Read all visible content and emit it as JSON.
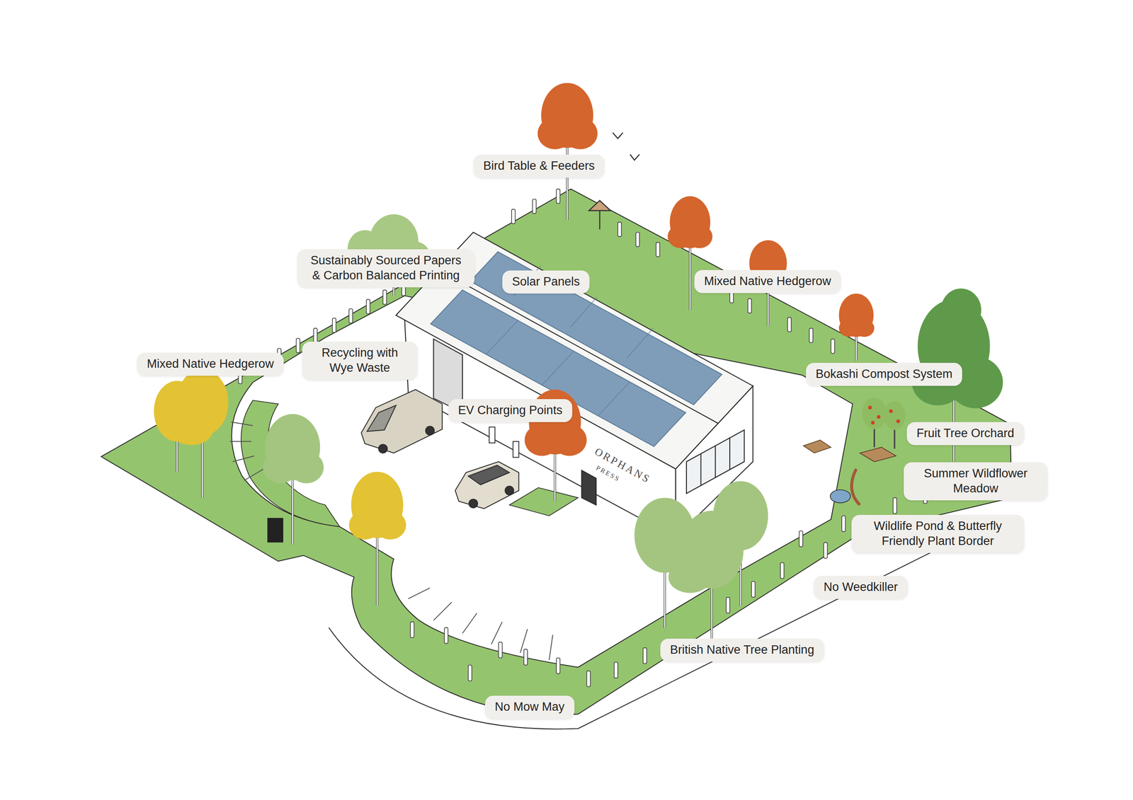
{
  "diagram": {
    "nodes": [
      {
        "text": [
          "Bird Table & Feeders"
        ]
      },
      {
        "text": [
          "Sustainably Sourced Papers & Carbon Balanced Printing"
        ]
      },
      {
        "text": [
          "Mixed Native Hedgerow"
        ]
      },
      {
        "text": [
          "Solar Panels"
        ]
      },
      {
        "text": [
          "Recycling with Wye Waste"
        ]
      },
      {
        "text": [
          "Mixed Native Hedgerow"
        ]
      },
      {
        "text": [
          "Bokashi Compost System"
        ]
      },
      {
        "text": [
          "EV Charging Points"
        ]
      },
      {
        "text": [
          "Fruit Tree Orchard"
        ]
      },
      {
        "text": [
          "Summer Wildflower Meadow"
        ]
      },
      {
        "text": [
          "Wildlife Pond & Butterfly Friendly Plant Border"
        ]
      },
      {
        "text": [
          "No Weedkiller"
        ]
      },
      {
        "text": [
          "British Native Tree Planting"
        ]
      },
      {
        "text": [
          "No Mow May"
        ]
      }
    ],
    "labels": [
      "ORPHANS",
      "PRESS"
    ]
  }
}
